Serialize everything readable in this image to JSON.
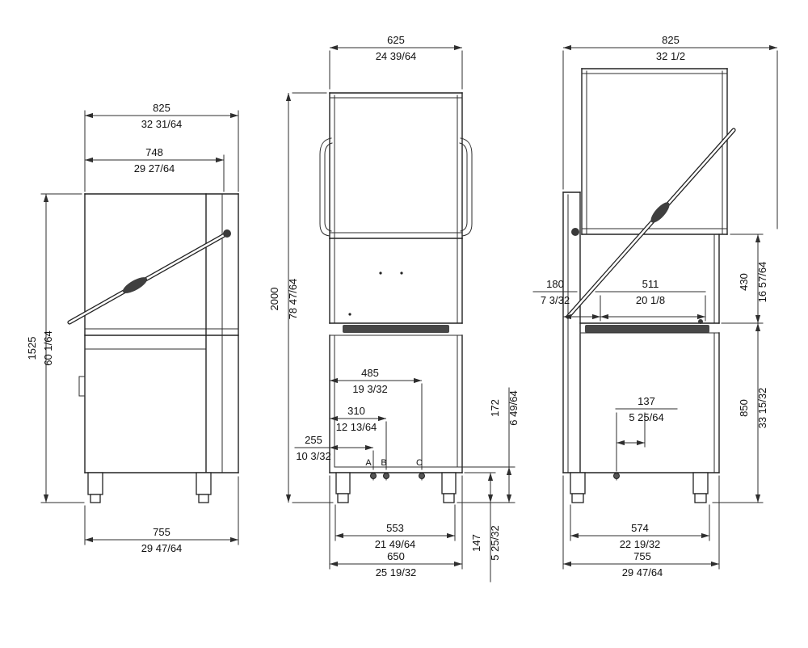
{
  "left_view": {
    "d825": {
      "mm": "825",
      "in": "32 31/64"
    },
    "d748": {
      "mm": "748",
      "in": "29 27/64"
    },
    "d1525": {
      "mm": "1525",
      "in": "60 1/64"
    },
    "d755": {
      "mm": "755",
      "in": "29 47/64"
    }
  },
  "front_view": {
    "d625": {
      "mm": "625",
      "in": "24 39/64"
    },
    "d2000": {
      "mm": "2000",
      "in": "78 47/64"
    },
    "d485": {
      "mm": "485",
      "in": "19 3/32"
    },
    "d310": {
      "mm": "310",
      "in": "12 13/64"
    },
    "d255": {
      "mm": "255",
      "in": "10 3/32"
    },
    "d172": {
      "mm": "172",
      "in": "6 49/64"
    },
    "d553": {
      "mm": "553",
      "in": "21 49/64"
    },
    "d650": {
      "mm": "650",
      "in": "25 19/32"
    },
    "d147": {
      "mm": "147",
      "in": "5 25/32"
    },
    "points": {
      "a": "A",
      "b": "B",
      "c": "C"
    }
  },
  "right_view": {
    "d825": {
      "mm": "825",
      "in": "32 1/2"
    },
    "d180": {
      "mm": "180",
      "in": "7 3/32"
    },
    "d511": {
      "mm": "511",
      "in": "20 1/8"
    },
    "d430": {
      "mm": "430",
      "in": "16 57/64"
    },
    "d137": {
      "mm": "137",
      "in": "5 25/64"
    },
    "d850": {
      "mm": "850",
      "in": "33 15/32"
    },
    "d574": {
      "mm": "574",
      "in": "22 19/32"
    },
    "d755": {
      "mm": "755",
      "in": "29 47/64"
    }
  }
}
